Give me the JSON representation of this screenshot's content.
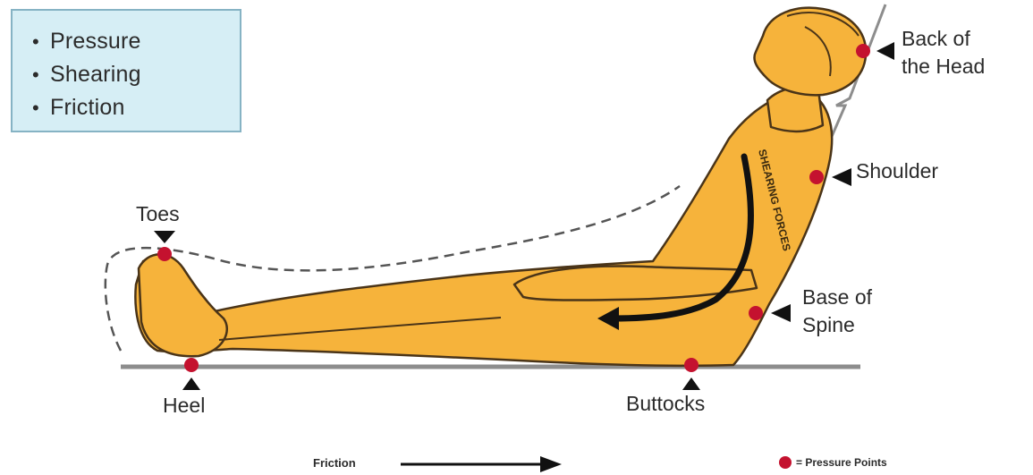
{
  "legend": {
    "items": [
      "Pressure",
      "Shearing",
      "Friction"
    ]
  },
  "labels": {
    "back_of_head_line1": "Back of",
    "back_of_head_line2": "the Head",
    "shoulder": "Shoulder",
    "base_spine_line1": "Base of",
    "base_spine_line2": "Spine",
    "toes": "Toes",
    "heel": "Heel",
    "buttocks": "Buttocks",
    "shearing_forces": "SHEARING FORCES"
  },
  "footer": {
    "friction_label": "Friction",
    "pressure_points_label": "= Pressure Points"
  },
  "colors": {
    "skin": "#f6b33b",
    "skin_outline": "#4a3418",
    "pressure_point": "#c4122f",
    "legend_bg": "#d6eef5",
    "text": "#2b2b2b"
  },
  "icons": [
    "pressure-point-dot-icon",
    "pointer-triangle-icon",
    "friction-arrow-icon",
    "shear-arrow-icon"
  ]
}
